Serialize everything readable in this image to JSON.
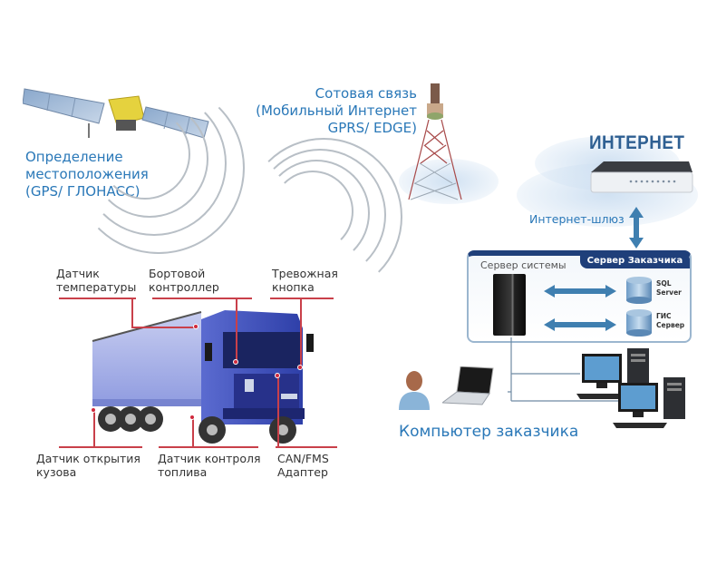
{
  "satellite": {
    "label_lines": [
      "Определение",
      "местоположения",
      "(GPS/ ГЛОНАСС)"
    ],
    "icon": "satellite-icon"
  },
  "cellular": {
    "label_lines": [
      "Сотовая связь",
      "(Мобильный Интернет",
      "GPRS/ EDGE)"
    ],
    "icon": "cell-tower-icon"
  },
  "internet": {
    "title": "ИНТЕРНЕТ",
    "gateway_label": "Интернет-шлюз",
    "icon": "router-icon"
  },
  "server_panel": {
    "system_server_tab": "Сервер системы",
    "customer_server_tab": "Сервер Заказчика",
    "databases": [
      {
        "line1": "SQL",
        "line2": "Server"
      },
      {
        "line1": "ГИС",
        "line2": "Сервер"
      }
    ]
  },
  "customer": {
    "label": "Компьютер заказчика"
  },
  "truck": {
    "top_labels": [
      {
        "line1": "Датчик",
        "line2": "температуры"
      },
      {
        "line1": "Бортовой",
        "line2": "контроллер"
      },
      {
        "line1": "Тревожная",
        "line2": "кнопка"
      }
    ],
    "bottom_labels": [
      {
        "line1": "Датчик открытия",
        "line2": "кузова"
      },
      {
        "line1": "Датчик контроля",
        "line2": "топлива"
      },
      {
        "line1": "CAN/FMS",
        "line2": "Адаптер"
      }
    ]
  },
  "colors": {
    "label_blue": "#2a78b8",
    "panel_navy": "#1f3f7a",
    "truck_blue": "#3b4fb0",
    "marker_red": "#d0283c",
    "arrow_blue": "#3f7fb0"
  }
}
